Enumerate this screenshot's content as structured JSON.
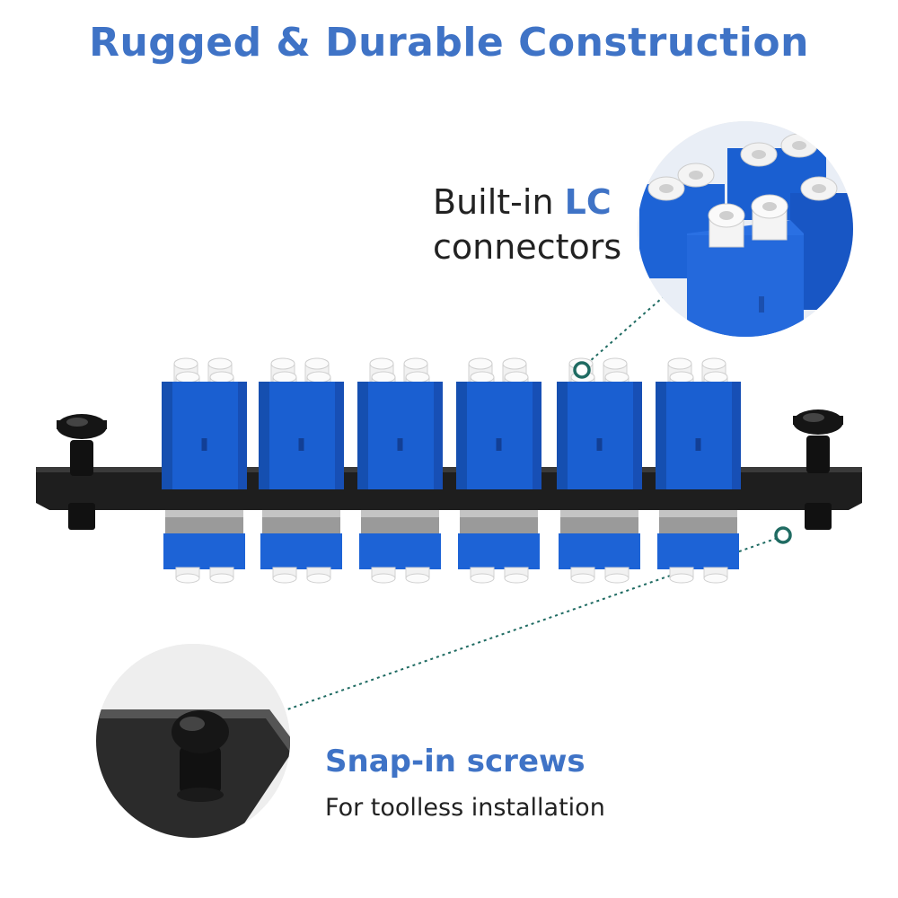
{
  "title": "Rugged & Durable Construction",
  "callouts": {
    "connectors": {
      "prefix": "Built-in ",
      "accent": "LC",
      "line2": "connectors"
    },
    "screws": {
      "title": "Snap-in screws",
      "subtitle": "For toolless installation"
    }
  },
  "colors": {
    "accent": "#3f73c6",
    "adapter_blue": "#1a5fd1",
    "plate": "#1e1e1e",
    "leader": "#1f6b62"
  },
  "icons": {
    "connector_callout_marker": "ring-marker-icon",
    "screw_callout_marker": "ring-marker-icon"
  }
}
